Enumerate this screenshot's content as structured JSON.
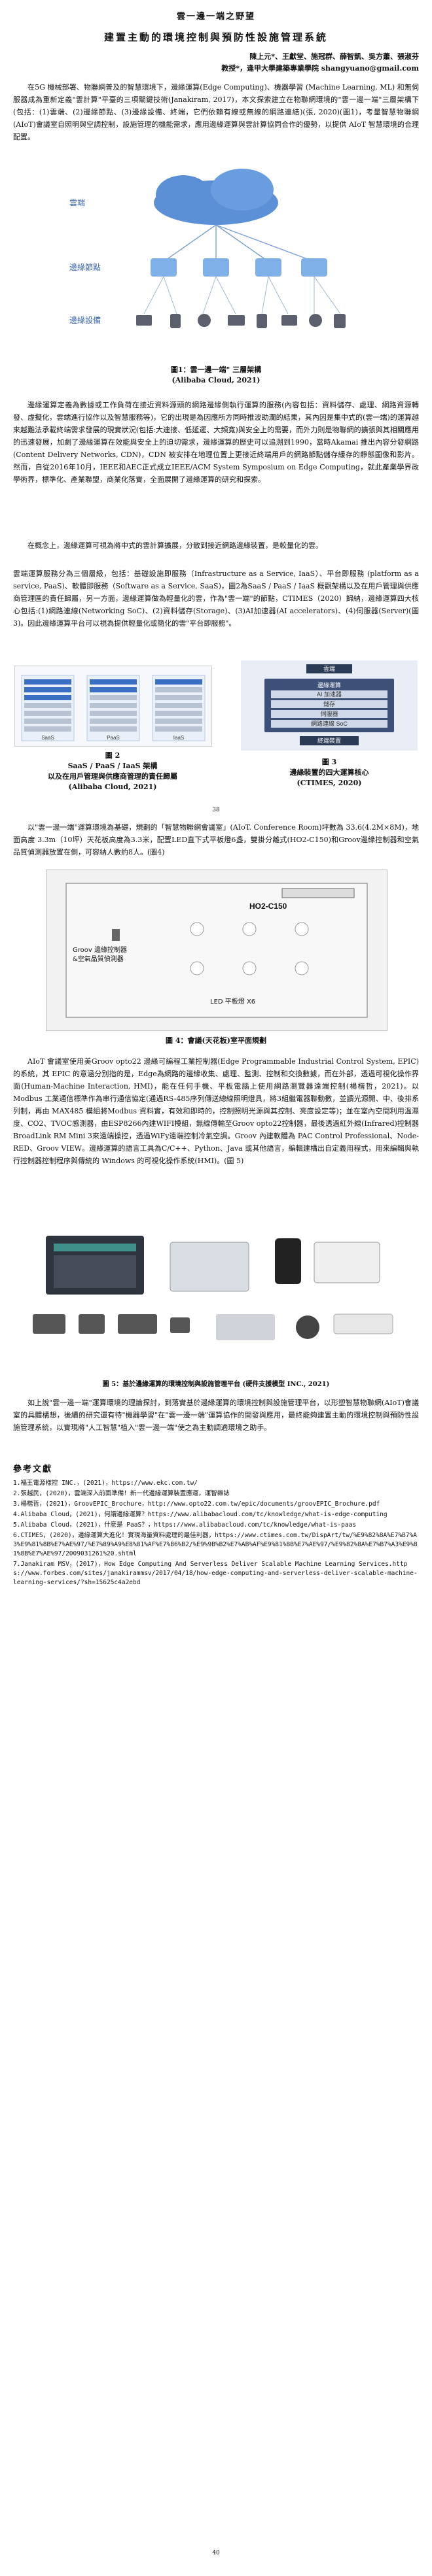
{
  "header": {
    "series_title": "雲一邊一端之野望",
    "paper_title": "建置主動的環境控制與預防性設施管理系統",
    "authors_line1": "陳上元*、王獻堂、施冠群、薛智凱、吳方蕭、張淑芬",
    "authors_line2": "教授*，逢甲大學建築專業學院 shangyuano@gmail.com"
  },
  "intro_paragraph": "在5G 機械部署、物聯網普及的智慧環境下，邊緣運算(Edge Computing)、機器學習 (Machine Learning, ML) 和無伺服器成為重新定義\"雲計算\"平臺的三項關鍵技術(Janakiram, 2017)，本文探索建立在物聯網環境的\"雲一邊一端\"三層架構下(包括：(1)雲端、(2)邊緣節點、(3)邊緣設備、終端，它們依賴有線或無線的網路連結)(張, 2020)(圖1)，考量智慧物聯網(AIoT)會議室自照明與空調控制，設施管理的機能需求，應用邊緣運算與雲計算協同合作的優勢，以提供 AIoT 智慧環境的合理配置。",
  "figure1": {
    "label_cloud": "雲端",
    "label_edge_node": "邊緣節點",
    "label_edge_device": "邊緣設備",
    "caption_line1": "圖1：雲一邊一端\" 三層架構",
    "caption_line2": "(Alibaba Cloud, 2021)"
  },
  "paragraph2": "邊緣運算定義為數據或工作負荷在接近資料源頭的網路邊緣側執行運算的服務(內容包括：資料儲存、處理、網路資源轉發、虛擬化，雲端進行協作以及智慧服務等)，它的出現是為因應所方同時推波助瀾的結果，其內因是集中式的(雲一端)的運算越來越難法承載終端需求發展的現實狀況(包括:大連接、低延遲、大頻寬)與安全上的需要，而外力則是物聯網的擴張與其相關應用的迅速發展，加劇了邊緣運算在效能與安全上的迫切需求，邊緣運算的歷史可以追溯到1990，當時Akamai 推出內容分發網路 (Content Delivery Networks, CDN)，CDN 被安排在地理位置上更接近終端用戶的網路節點儲存緩存的靜態圖像和影片。然而，自從2016年10月，IEEE和AEC正式成立IEEE/ACM System Symposium on Edge Computing，就此產業學界政學術界，標準化、產業聯盟，商業化落實，全面展開了邊緣運算的研究和探索。",
  "paragraph3": "在概念上，邊緣運算可視為將中式的雲計算擴展，分散到接近網路邊緣裝置，是較量化的雲。",
  "paragraph4": "雲端運算服務分為三個層級，包括：基礎設施即服務（Infrastructure as a Service, IaaS）、平台即服務 (platform as a service, PaaS)、軟體即服務（Software as a Service, SaaS)，圖2為SaaS / PaaS / IaaS 概觀架構以及在用戶管理與供應商管理區的責任歸屬，另一方面，邊緣運算做為輕量化的雲，作為\"雲一端\"的節點，CTIMES（2020）歸納，邊緣運算四大核心包括:(1)網路連線(Networking SoC)、(2)資料儲存(Storage)、(3)AI加速器(AI accelerators)、(4)伺服器(Server)(圖3)。因此邊緣運算平台可以視為提供輕量化或簡化的雲\"平台即服務\"。",
  "figure2": {
    "caption_line1": "圖 2",
    "caption_line2": "SaaS / PaaS / IaaS 架構",
    "caption_line3": "以及在用戶管理與供應商管理的責任歸屬",
    "caption_line4": "(Alibaba Cloud, 2021)",
    "columns": [
      "SaaS",
      "PaaS",
      "IaaS"
    ]
  },
  "figure3": {
    "top_label": "雲端",
    "inner_title": "邊緣運算",
    "rows": [
      "AI 加速器",
      "儲存",
      "伺服器",
      "網路連線 SoC"
    ],
    "bottom_label": "終端裝置",
    "caption_line1": "圖 3",
    "caption_line2": "邊緣裝置的四大運算核心",
    "caption_line3": "(CTIMES, 2020)"
  },
  "page_number_1": "38",
  "paragraph5": "以\"雲一邊一端\"運算環境為基礎，規劃的「智慧物聯網會議室」(AIoT. Conference Room)坪數為 33.6(4.2M×8M)，地面高度 3.3m（10坪）天花板高度為3.3米，配置LED直下式平板燈6盞，雙掛分離式(HO2-C150)和Groov邊緣控制器和空氣品質偵測器放置在側，可容納人數約8人。(圖4)",
  "figure4": {
    "label_hvac": "HO2-C150",
    "label_groov": "Groov 邊緣控制器\n&空氣品質偵測器",
    "label_led": "LED 平板燈 X6",
    "caption": "圖 4：會議(天花板)室平面規劃"
  },
  "paragraph6": "AIoT 會議室使用美Groov opto22 邊緣可編程工業控制器(Edge Programmable Industrial Control System, EPIC)的系統，其 EPIC 的意涵分別指的是，Edge為網路的邊緣收集、處理、監測、控制和交換數據，而在外部，透過可視化操作界面(Human-Machine Interaction, HMI)，能在任何手機、平板電腦上使用網路瀏覽器遠端控制(楊楷哲，2021)。以 Modbus 工業通信標準作為串行通信協定(通過RS-485序列傳送總線照明燈具，將3組繼電器聯動數，並讀光源開、中、後排系列制，再由 MAX485 模組將Modbus 資料實，有效和即時的，控制照明光源與其控制、亮度設定等)；並在室內空間利用溫濕度、CO2、TVOC感測器，由ESP8266內建WIFI模組，無線傳輸至Groov opto22控制器，最後透過紅外線(Infrared)控制器BroadLink RM Mini 3來遠端操控，透過WiFy遠端控制冷氣空調。Groov 內建軟體為 PAC Control Professional、Node-RED、Groov VIEW。邊緣運算的語言工具為C/C++、Python、Java 或其他語言，編輯建構出自定義用程式，用來編輯與執行控制器控制程序與傳統的 Windows 的可視化操作系統(HMI)。(圖 5)",
  "figure5": {
    "caption": "圖 5：基於邊緣運算的環境控制與設施管理平台 (硬件支援模型 INC., 2021)"
  },
  "paragraph7": "如上說\"雲一邊一端\"運算環境的理論探討，到落實基於邊緣運算的環境控制與設施管理平台，以形塑智慧物聯網(AIoT)會議室的具體構想，後續的研究還有待\"機器學習\"在\"雲一邊一端\"運算協作的開發與應用，最終能夠建置主動的環境控制與預防性設施管理系統，以實現將\"人工智慧\"植入\"雲一邊一端\"使之為主動調適環境之助手。",
  "references": {
    "title": "參考文獻",
    "items": [
      "1.福王電源樣控 INC.，(2021)，https://www.ekc.com.tw/",
      "2.張越民，(2020)，雲端深入前面準備！新一代邊緣運算裝置應運，運智雜誌",
      "3.楊楷哲，(2021)，GroovEPIC_Brochure，http://www.opto22.com.tw/epic/documents/groovEPIC_Brochure.pdf",
      "4.Alibaba Cloud，(2021)，何謂邊緣運算？https://www.alibabacloud.com/tc/knowledge/what-is-edge-computing",
      "5.Alibaba Cloud，(2021)，什麼是 PaaS？，https://www.alibabacloud.com/tc/knowledge/what-is-paas",
      "6.CTIMES，(2020)，邊緣運算大進化！實現海量資料處理的最佳利器，https://www.ctimes.com.tw/DispArt/tw/%E9%82%8A%E7%B7%A3%E9%81%8B%E7%AE%97/%E7%89%A9%E8%81%AF%E7%B6%B2/%E9%9B%B2%E7%AB%AF%E9%81%8B%E7%AE%97/%E9%82%8A%E7%B7%A3%E9%81%8B%E7%AE%97/2009031261%20.shtml",
      "7.Janakiram MSV，(2017)，How Edge Computing And Serverless Deliver Scalable Machine Learning Services.https://www.forbes.com/sites/janakirammsv/2017/04/18/how-edge-computing-and-serverless-deliver-scalable-machine-learning-services/?sh=15625c4a2ebd"
    ]
  },
  "page_number_2": "40",
  "colors": {
    "cloud_blue": "#5b8fd6",
    "node_blue": "#7fb0e8",
    "dark_panel": "#2b3a55",
    "accent_teal": "#2ea3a0"
  }
}
